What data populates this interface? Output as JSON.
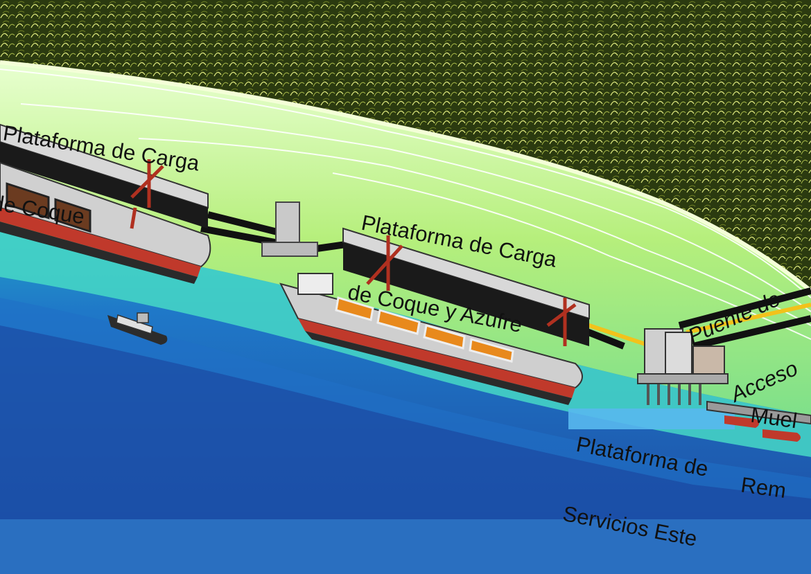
{
  "labels": {
    "coke_platform_line1": "Plataforma de Carga",
    "coke_platform_line2": "de Coque",
    "coke_sulfur_line1": "Plataforma de Carga",
    "coke_sulfur_line2": "de Coque y Azufre",
    "bridge_line1": "Puente de",
    "bridge_line2": "Acceso",
    "tug_dock_line1": "Muel",
    "tug_dock_line2": "Rem",
    "services_line1": "Plataforma de",
    "services_line2": "Servicios Este"
  },
  "colors": {
    "forest": "#2f3b12",
    "shore_green": "#b9f07a",
    "shallow_water": "#3fd6c8",
    "deep_water": "#1f5fb8",
    "hull_red": "#c0392b",
    "deck_gray": "#9a9a9a",
    "cargo_orange": "#e8891c",
    "conveyor_yellow": "#f2c21b"
  }
}
